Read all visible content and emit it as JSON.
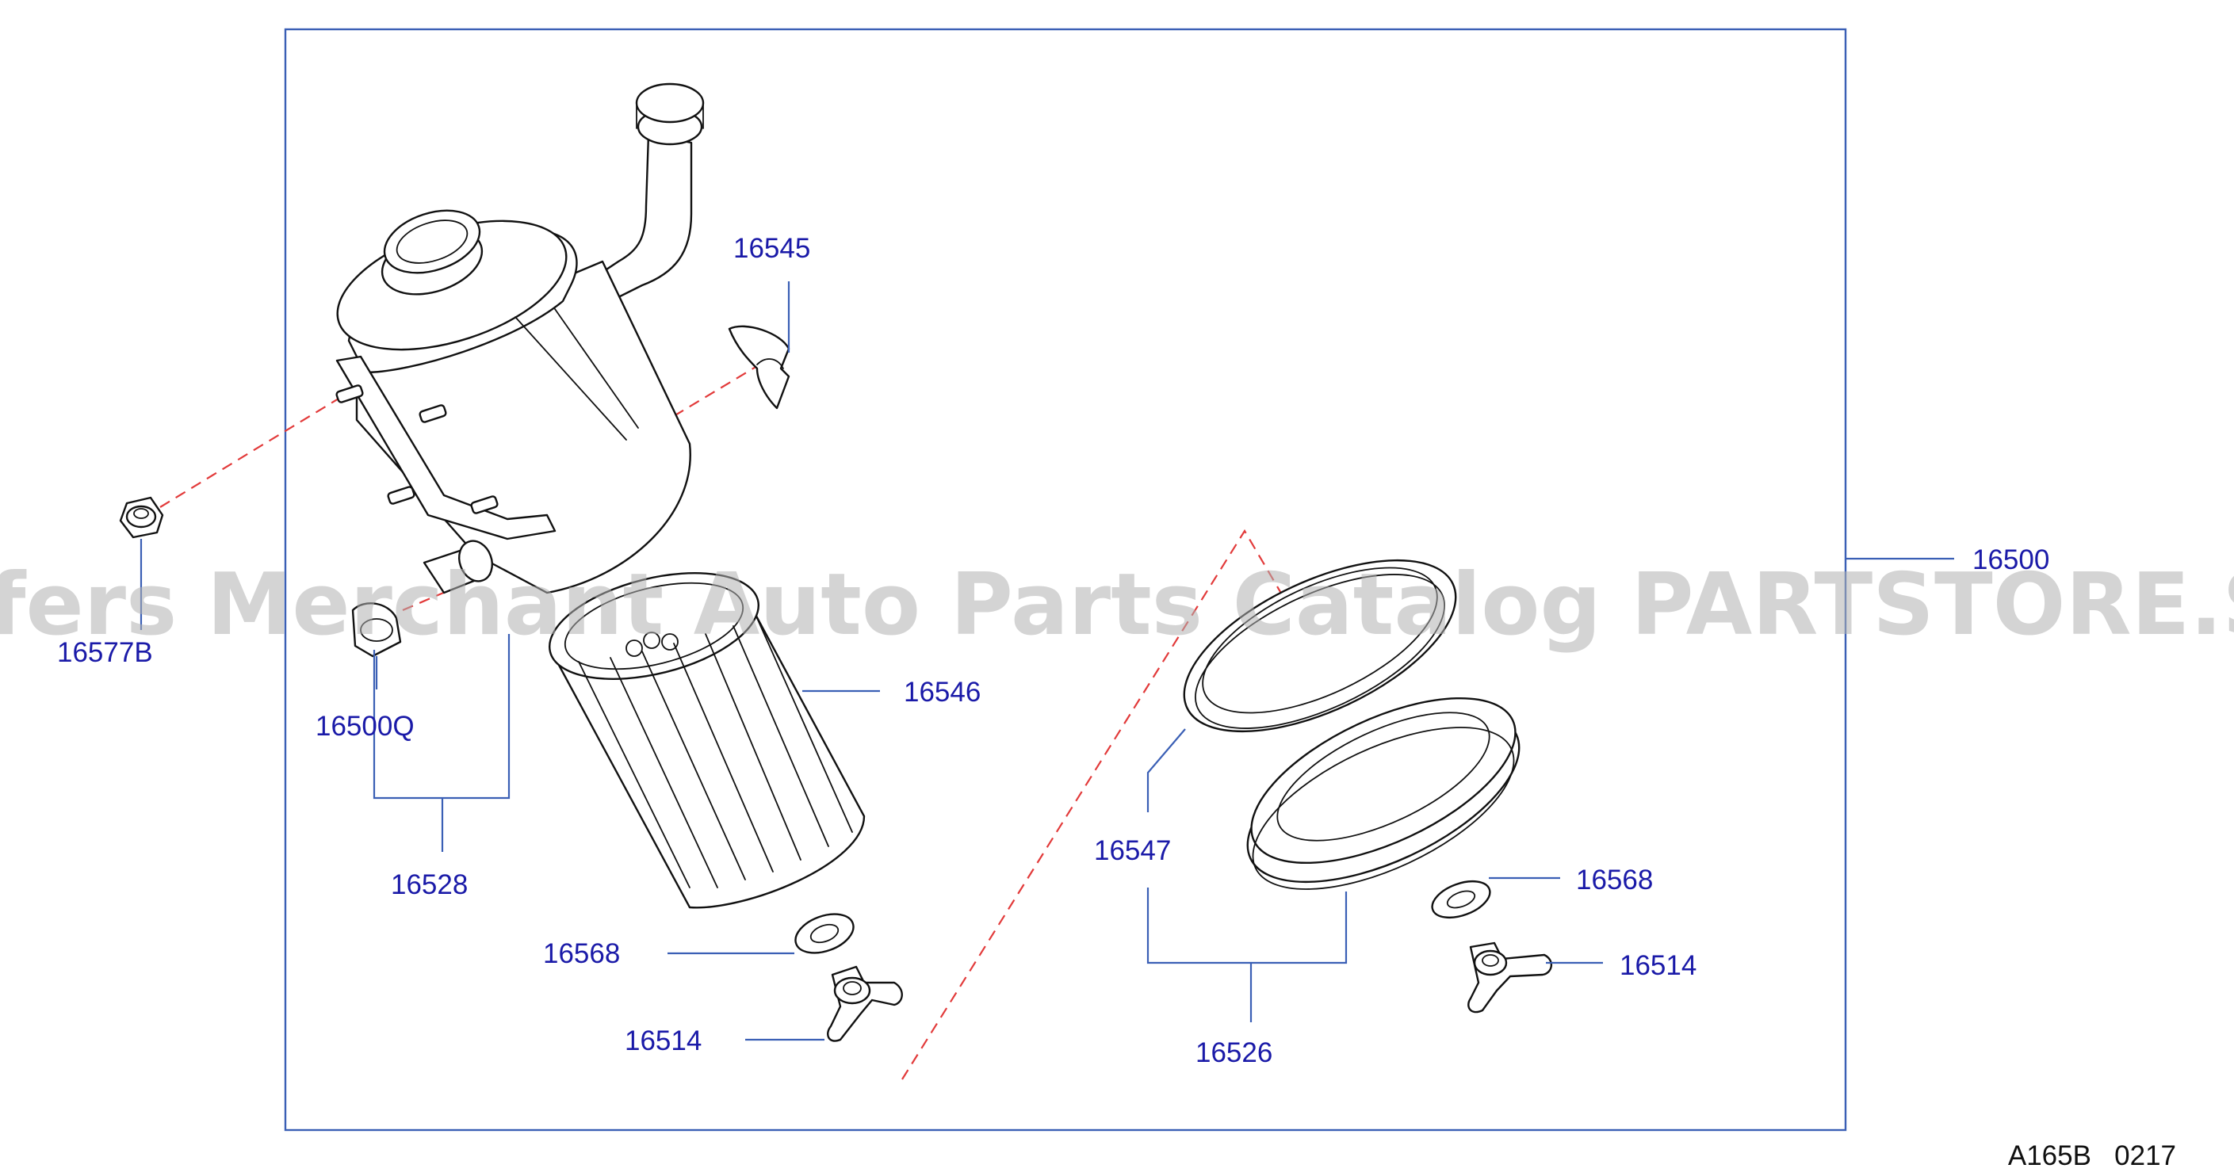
{
  "labels": {
    "p16545": "16545",
    "p16577B": "16577B",
    "p16500Q": "16500Q",
    "p16528": "16528",
    "p16546": "16546",
    "p16568_left": "16568",
    "p16514_left": "16514",
    "p16500": "16500",
    "p16547": "16547",
    "p16568_right": "16568",
    "p16514_right": "16514",
    "p16526": "16526"
  },
  "watermark": "Offers Merchant Auto Parts Catalog PARTSTORE.SA",
  "diagram_ref": "A165B   0217",
  "colors": {
    "label": "#1a1aa8",
    "leader": "#3a5fb5",
    "dashed_line": "#e23a3a",
    "outline": "#111111",
    "watermark": "#b0b0b0"
  }
}
